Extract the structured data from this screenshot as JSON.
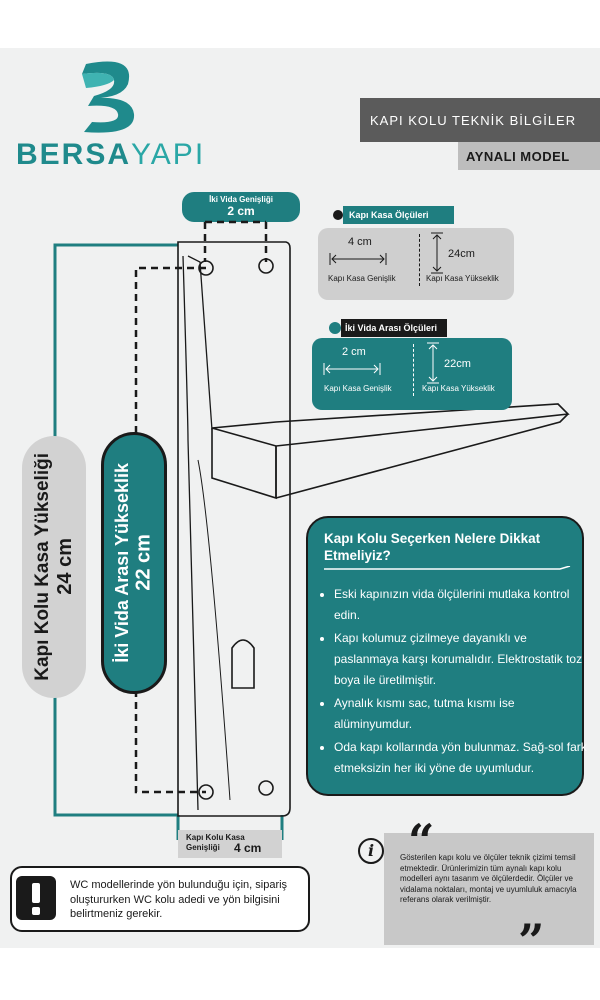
{
  "brand": {
    "name_part1": "BERSA",
    "name_part2": "YAPI",
    "logo_letter": "B"
  },
  "header": {
    "title": "KAPI KOLU TEKNİK  BİLGİLER",
    "model": "AYNALI MODEL"
  },
  "screw_width_top": {
    "label": "İki Vida Genişliği",
    "value": "2 cm"
  },
  "frame_card": {
    "tag": "Kapı Kasa Ölçüleri",
    "width_value": "4 cm",
    "width_label": "Kapı Kasa Genişlik",
    "height_value": "24cm",
    "height_label": "Kapı Kasa Yükseklik"
  },
  "screw_card": {
    "tag": "İki Vida Arası  Ölçüleri",
    "width_value": "2 cm",
    "width_label": "Kapı Kasa Genişlik",
    "height_value": "22cm",
    "height_label": "Kapı Kasa Yükseklik"
  },
  "left_pill": {
    "line1": "Kapı Kolu Kasa Yükseliği",
    "line2": "24 cm"
  },
  "middle_pill": {
    "line1": "İki Vida Arası Yükseklik",
    "line2": "22 cm"
  },
  "bottom_width": {
    "label_line1": "Kapı Kolu Kasa",
    "label_line2": "Genişliği",
    "value": "4 cm"
  },
  "tips": {
    "title": "Kapı Kolu Seçerken Nelere Dikkat Etmeliyiz?",
    "items": [
      "Eski kapınızın vida ölçülerini mutlaka kontrol edin.",
      "Kapı kolumuz çizilmeye dayanıklı ve paslanmaya karşı korumalıdır. Elektrostatik toz boya ile üretilmiştir.",
      "Aynalık kısmı sac, tutma kısmı ise alüminyumdur.",
      "Oda kapı kollarında yön bulunmaz. Sağ-sol fark etmeksizin her iki yöne de uyumludur."
    ]
  },
  "warning": {
    "icon": "exclamation-icon",
    "text": "WC modellerinde yön bulunduğu için, sipariş oluştururken WC kolu adedi ve yön bilgisini belirtmeniz gerekir."
  },
  "note": {
    "icon": "info-icon",
    "text": "Gösterilen kapı kolu ve ölçüler teknik çizimi temsil etmektedir. Ürünlerimizin tüm aynalı kapı kolu modelleri aynı tasarım ve ölçülerdedir. Ölçüler ve vidalama noktaları, montaj ve uyumluluk amacıyla referans olarak verilmiştir."
  },
  "colors": {
    "teal": "#1f7e80",
    "dark_gray": "#5b5b5b",
    "light_gray": "#cfcfcf",
    "background": "#f0f1f1"
  }
}
